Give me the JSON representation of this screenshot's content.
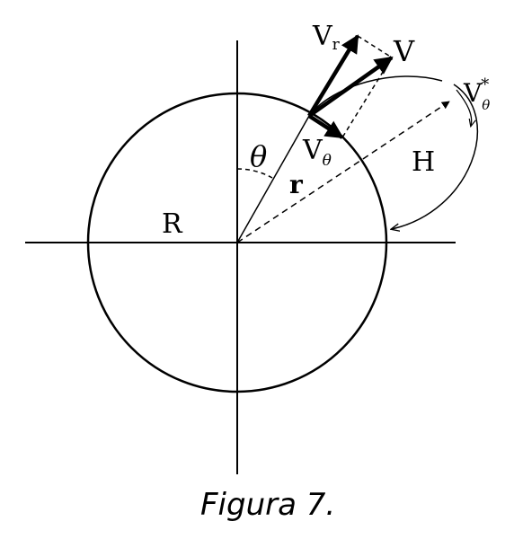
{
  "diagram": {
    "labels": {
      "V": "V",
      "V_r": "V",
      "V_r_sub": "r",
      "V_theta": "V",
      "V_theta_sub": "θ",
      "V_theta_star": "V",
      "V_theta_star_sub": "θ",
      "V_theta_star_sup": "*",
      "theta": "θ",
      "r": "r",
      "R": "R",
      "H": "H"
    },
    "caption": "Figura 7."
  }
}
